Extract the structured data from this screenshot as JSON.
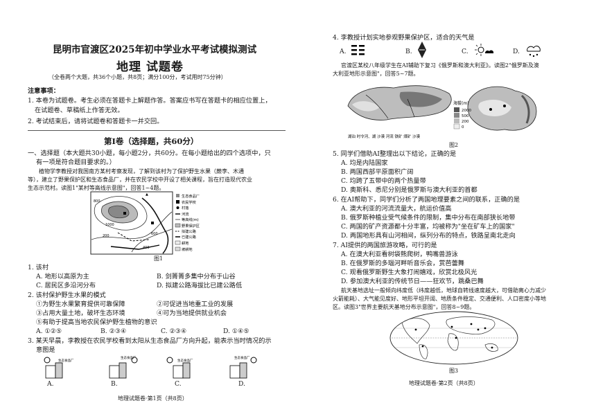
{
  "left": {
    "title_main": "昆明市官渡区2025年初中学业水平考试模拟测试",
    "title_sub": "地理 试题卷",
    "exam_info": "（全卷两个大题，共36个小题，共8页；满分100分，考试用时75分钟）",
    "notice_title": "注意事项：",
    "notice_1a": "1. 本卷为试题卷。考生必须在答题卡上解题作答。答案应书写在答题卡的相应位置上，",
    "notice_1b": "在试题卷、草稿纸上作答无效。",
    "notice_2": "2. 考试结束后，请将试题卷和答题卡一并交回。",
    "section_title": "第Ⅰ卷（选择题，共60分）",
    "sec1_intro_a": "一、选择题（本大题共30小题，每小题2分，共60分。在每小题给出的四个选项中，只",
    "sec1_intro_b": "有一项是符合题目要求的。）",
    "passage_a": "植物学李教授对我国南方某村考察发现，了解到该村为了保护野生水果（蕨李、木通",
    "passage_b": "等），建立了野果保护区和生态食品厂，并在农民学校中开设了相关课程，旨在打造现代农业",
    "passage_c": "生态示范村。读图1\"某村等高线示意图\"，回答1~4题。",
    "fig1_legend": {
      "food_factory": "生态食品厂",
      "school": "农民学校",
      "village": "村落",
      "river": "河流",
      "contour": "等高线(m)",
      "reserve": "野果保护区",
      "road": "拟建公路",
      "built_road": "已建公路",
      "farmland": "耕地",
      "slope_land": "坡耕地"
    },
    "fig1_contours": [
      "200",
      "400",
      "600",
      "800",
      "1000"
    ],
    "fig1_scale": "0 1km",
    "fig1_caption": "图1",
    "q1_stem": "1. 该村",
    "q1_a": "A. 地形以高原为主",
    "q1_b": "B. 剑箐箐多集中分布于山谷",
    "q1_c": "C. 居民区多沿河分布",
    "q1_d": "D. 拟建公路海拔比已建公路低",
    "q2_stem": "2. 该村保护野生水果的模式",
    "q2_o1": "①为野生水果繁育提供可靠保障",
    "q2_o2": "②可促进当地重工业的发展",
    "q2_o3": "③占用大量土地，破坏生态环境",
    "q2_o4": "④可为当地提供就业机会",
    "q2_o5": "⑤有助于提高当地农民保护野生植物的意识",
    "q2_a": "A. ①②⑤",
    "q2_b": "B. ②③④",
    "q2_c": "C. ②③④",
    "q2_d": "D. ①④⑤",
    "q3_stem_a": "3. 某天早晨，李教授在农民学校看到太阳从生态食品厂方向升起，能表示当时情况的示",
    "q3_stem_b": "意图是",
    "q3_labels": [
      "A.",
      "B.",
      "C.",
      "D."
    ],
    "q3_building_label": "生态食品厂",
    "footer": "地理试题卷·第1页（共8页）"
  },
  "right": {
    "q4_stem": "4. 李教授计划实地参观野果保护区，适合的天气是",
    "q4_a": "A.",
    "q4_b": "B.",
    "q4_c": "C.",
    "q4_d": "D.",
    "q4_passage_a": "官渡区某校八年级学生在AI辅助下复习《俄罗斯和澳大利亚》。读图2\"俄罗斯及澳",
    "q4_passage_b": "大利亚地形示意图\"，回答5~7题。",
    "fig2_legend_title": "海拔(m)",
    "fig2_elev": [
      "2000",
      "500",
      "200",
      "0"
    ],
    "fig2_bottom_legend": "湖泊  时令河、湖  沙漠  河流  铁矿  煤矿  沙漠",
    "fig2_caption": "图2",
    "q5_stem": "5. 同学们借助AI整理出以下结论，正确的是",
    "q5_a": "A. 均是内陆国家",
    "q5_b": "B. 两国西部平原面积广阔",
    "q5_c": "C. 均跨了五带中的两个热量带",
    "q5_d": "D. 奥斯科、悉尼分别是俄罗斯与澳大利亚的首都",
    "q6_stem": "6. 在AI帮助下，同学们分析了两国地理要素之间的联系，正确的是",
    "q6_a": "A. 澳大利亚的河流流量大，航运价值高",
    "q6_b": "B. 俄罗斯种植业受气候条件的限制，集中分布在南部狭长地带",
    "q6_c": "C. 两国的矿产资源都十分丰富，均被称为\"坐在矿车上的国家\"",
    "q6_d": "D. 两国地形具有山河相间，纵列分布的特点，铁路呈南北走向",
    "q7_stem": "7. AI提供的两国旅游攻略，可行的是",
    "q7_a": "A. 在澳大利亚看树袋熊爬树，鸭嘴兽游泳",
    "q7_b": "B. 在俄罗斯的多瑙河畔听音乐会，赏芭蕾舞",
    "q7_c": "C. 观看俄罗斯野生大象打闹嬉戏，欣赏北极风光",
    "q7_d": "D. 参加澳大利亚的传统节日——狂欢节，跳桑巴舞",
    "q8_passage_a": "航天基地选址一般倾向纬度低（纬度越低，地球自转线速度越大，可借助离心力减少",
    "q8_passage_b": "火箭能耗）、大气能见度好、地形平坦开阔、地质条件稳定、交通便利、人口密度小等地",
    "q8_passage_c": "区。读图3\"世界主要航天基地分布示意图\"，回答8~9题。",
    "fig3_caption": "图3",
    "footer": "地理试题卷·第2页（共8页）"
  }
}
